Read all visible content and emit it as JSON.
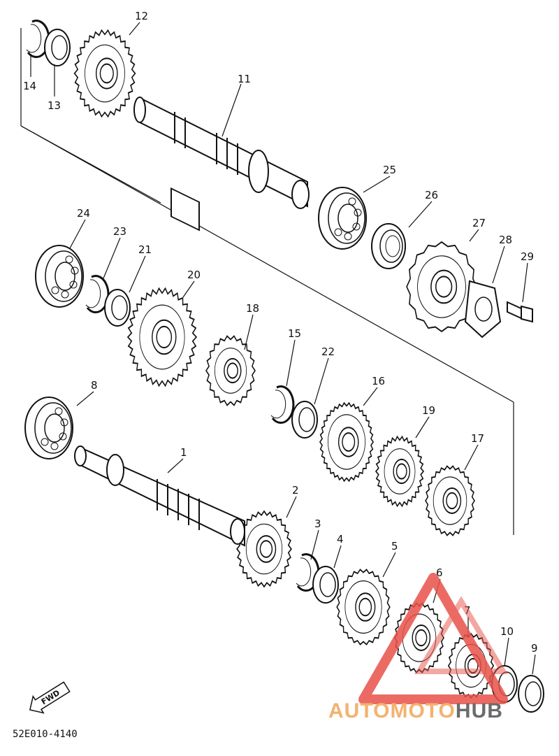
{
  "diagram_code": "52E010-4140",
  "fwd_label": "FWD",
  "watermark": {
    "part1": "AUTOMOTO",
    "part2": "HUB",
    "color_primary": "#f3b26f",
    "color_secondary": "#6b6b6b",
    "logo_color": "#e8524a"
  },
  "callouts": [
    {
      "id": "c12",
      "text": "12"
    },
    {
      "id": "c14",
      "text": "14"
    },
    {
      "id": "c13",
      "text": "13"
    },
    {
      "id": "c11",
      "text": "11"
    },
    {
      "id": "c25",
      "text": "25"
    },
    {
      "id": "c26",
      "text": "26"
    },
    {
      "id": "c27",
      "text": "27"
    },
    {
      "id": "c28",
      "text": "28"
    },
    {
      "id": "c29",
      "text": "29"
    },
    {
      "id": "c24",
      "text": "24"
    },
    {
      "id": "c23",
      "text": "23"
    },
    {
      "id": "c21",
      "text": "21"
    },
    {
      "id": "c20",
      "text": "20"
    },
    {
      "id": "c18",
      "text": "18"
    },
    {
      "id": "c15",
      "text": "15"
    },
    {
      "id": "c22",
      "text": "22"
    },
    {
      "id": "c16",
      "text": "16"
    },
    {
      "id": "c19",
      "text": "19"
    },
    {
      "id": "c17",
      "text": "17"
    },
    {
      "id": "c8",
      "text": "8"
    },
    {
      "id": "c1",
      "text": "1"
    },
    {
      "id": "c2",
      "text": "2"
    },
    {
      "id": "c3",
      "text": "3"
    },
    {
      "id": "c4",
      "text": "4"
    },
    {
      "id": "c5",
      "text": "5"
    },
    {
      "id": "c6",
      "text": "6"
    },
    {
      "id": "c7",
      "text": "7"
    },
    {
      "id": "c10",
      "text": "10"
    },
    {
      "id": "c9",
      "text": "9"
    }
  ]
}
